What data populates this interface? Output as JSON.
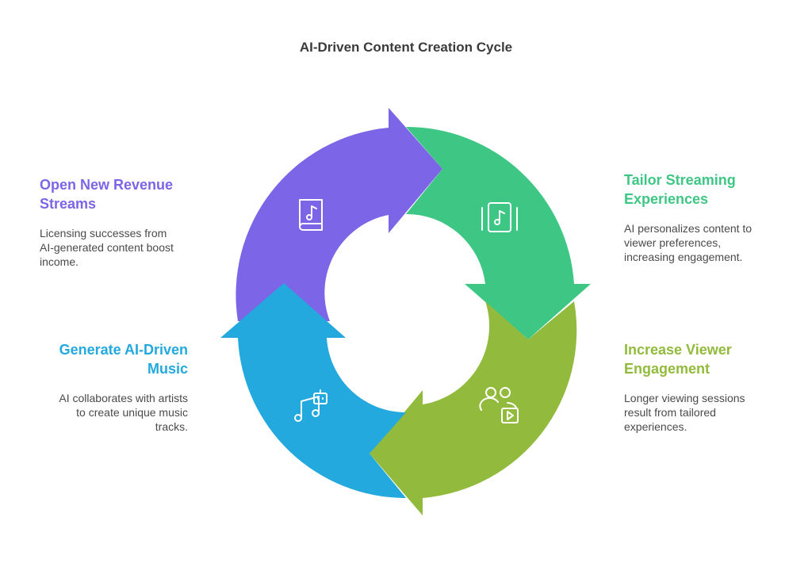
{
  "title": "AI-Driven Content Creation Cycle",
  "colors": {
    "revenue": "#7c65e6",
    "streaming": "#3ec784",
    "engagement": "#92bb3d",
    "music": "#23a9dd"
  },
  "steps": {
    "revenue": {
      "heading_line1": "Open New Revenue",
      "heading_line2": "Streams",
      "desc_line1": "Licensing successes from",
      "desc_line2": "AI-generated content boost",
      "desc_line3": "income.",
      "icon": "music-book-icon"
    },
    "streaming": {
      "heading_line1": "Tailor Streaming",
      "heading_line2": "Experiences",
      "desc_line1": "AI personalizes content to",
      "desc_line2": "viewer preferences,",
      "desc_line3": "increasing engagement.",
      "icon": "music-file-icon"
    },
    "engagement": {
      "heading_line1": "Increase Viewer",
      "heading_line2": "Engagement",
      "desc_line1": "Longer viewing sessions",
      "desc_line2": "result from tailored",
      "desc_line3": "experiences.",
      "icon": "viewers-video-icon"
    },
    "music": {
      "heading_line1": "Generate AI-Driven",
      "heading_line2": "Music",
      "desc_line1": "AI collaborates with artists",
      "desc_line2": "to create unique music",
      "desc_line3": "tracks.",
      "icon": "robot-music-icon"
    }
  }
}
